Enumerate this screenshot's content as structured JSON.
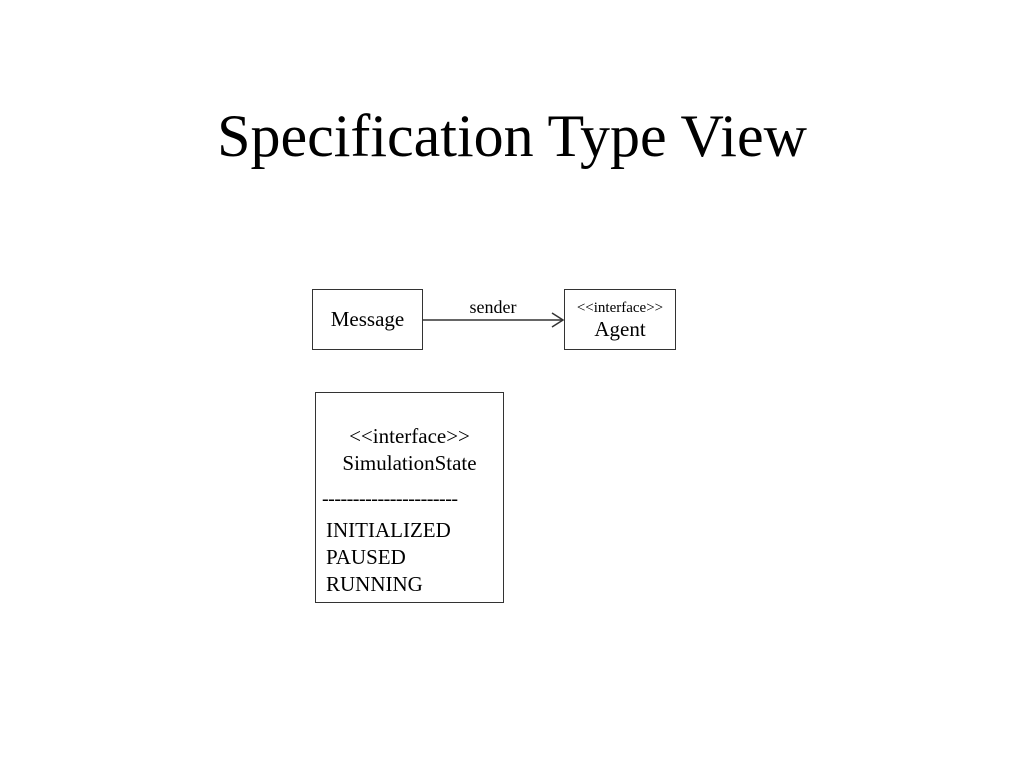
{
  "title": "Specification Type View",
  "diagram": {
    "message": {
      "name": "Message"
    },
    "association": {
      "label": "sender"
    },
    "agent": {
      "stereotype": "<<interface>>",
      "name": "Agent"
    },
    "simulation_state": {
      "stereotype": "<<interface>>",
      "name": "SimulationState",
      "divider": "----------------------",
      "values": [
        "INITIALIZED",
        "PAUSED",
        "RUNNING"
      ]
    }
  }
}
